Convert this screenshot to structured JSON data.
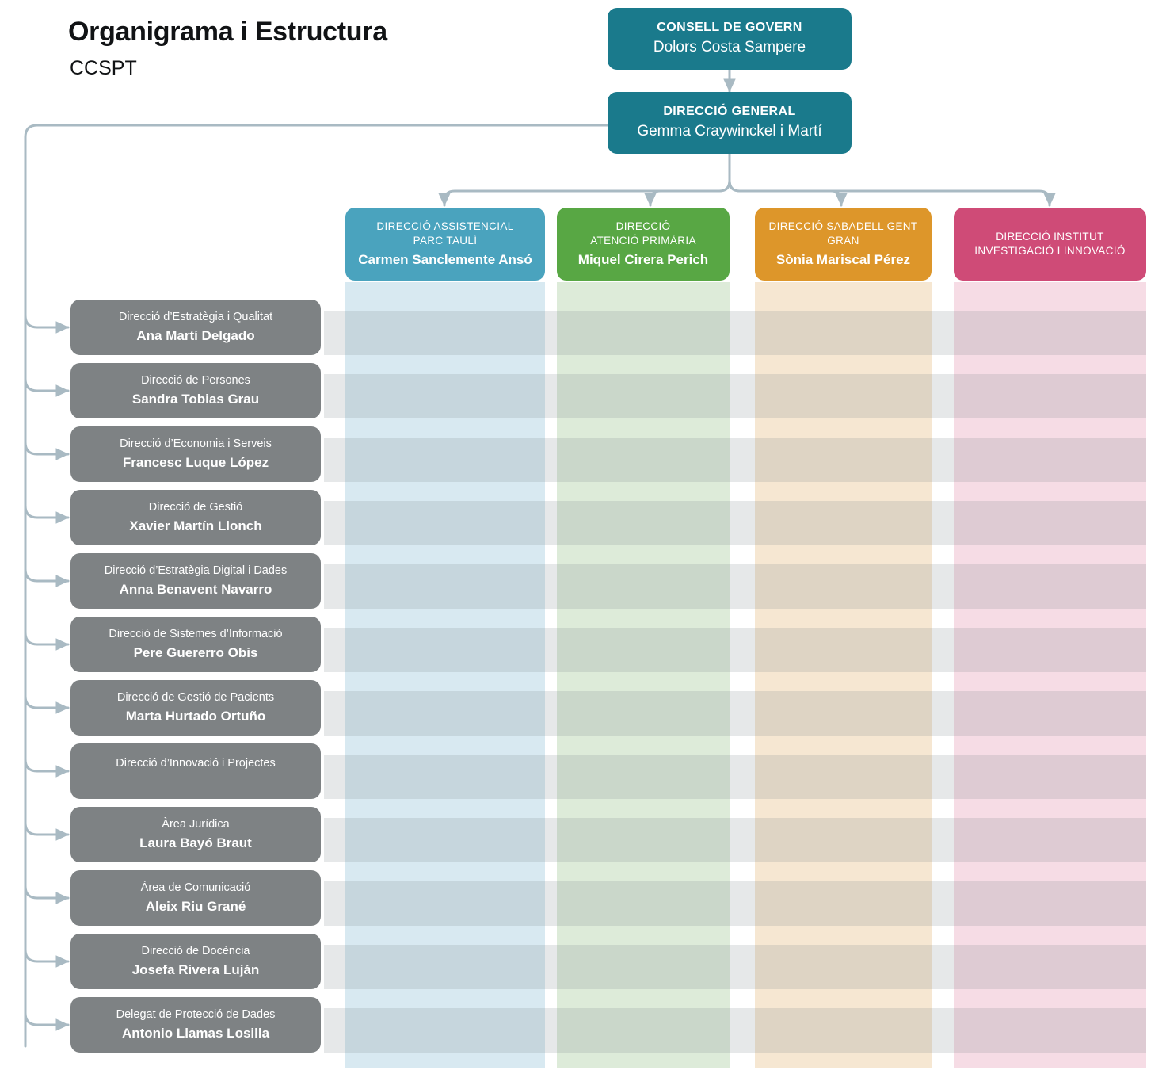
{
  "header": {
    "title": "Organigrama i Estructura",
    "subtitle": "CCSPT"
  },
  "colors": {
    "teal": "#1A7A8C",
    "blue": "#4AA3BE",
    "green": "#58A council",
    "gray_box": "#7E8284",
    "connector": "#A9BAC3"
  },
  "top_nodes": [
    {
      "title": "CONSELL DE GOVERN",
      "name": "Dolors Costa Sampere"
    },
    {
      "title": "DIRECCIÓ GENERAL",
      "name": "Gemma Craywinckel i Martí"
    }
  ],
  "divisions": [
    {
      "title": "DIRECCIÓ ASSISTENCIAL\nPARC TAULÍ",
      "name": "Carmen Sanclemente Ansó",
      "color": "#4AA3BE",
      "band": "#D8E9F1"
    },
    {
      "title": "DIRECCIÓ\nATENCIÓ PRIMÀRIA",
      "name": "Miquel Cirera Perich",
      "color": "#58A744",
      "band": "#DDEBD9"
    },
    {
      "title": "DIRECCIÓ SABADELL GENT\nGRAN",
      "name": "Sònia Mariscal Pérez",
      "color": "#DD962A",
      "band": "#F6E7D2"
    },
    {
      "title": "DIRECCIÓ INSTITUT\nINVESTIGACIÓ I INNOVACIÓ",
      "name": "",
      "color": "#CF4B77",
      "band": "#F6DCE5"
    }
  ],
  "staff": [
    {
      "title": "Direcció d’Estratègia i Qualitat",
      "name": "Ana Martí Delgado"
    },
    {
      "title": "Direcció de Persones",
      "name": "Sandra Tobias Grau"
    },
    {
      "title": "Direcció d’Economia i Serveis",
      "name": "Francesc Luque López"
    },
    {
      "title": "Direcció de Gestió",
      "name": "Xavier Martín Llonch"
    },
    {
      "title": "Direcció d’Estratègia Digital i Dades",
      "name": "Anna Benavent Navarro"
    },
    {
      "title": "Direcció de Sistemes d’Informació",
      "name": "Pere Guererro Obis"
    },
    {
      "title": "Direcció de Gestió de Pacients",
      "name": "Marta Hurtado Ortuño"
    },
    {
      "title": "Direcció d’Innovació i Projectes",
      "name": ""
    },
    {
      "title": "Àrea Jurídica",
      "name": "Laura Bayó Braut"
    },
    {
      "title": "Àrea de Comunicació",
      "name": "Aleix Riu Grané"
    },
    {
      "title": "Direcció de Docència",
      "name": "Josefa Rivera Luján"
    },
    {
      "title": "Delegat de Protecció de Dades",
      "name": "Antonio Llamas Losilla"
    }
  ]
}
